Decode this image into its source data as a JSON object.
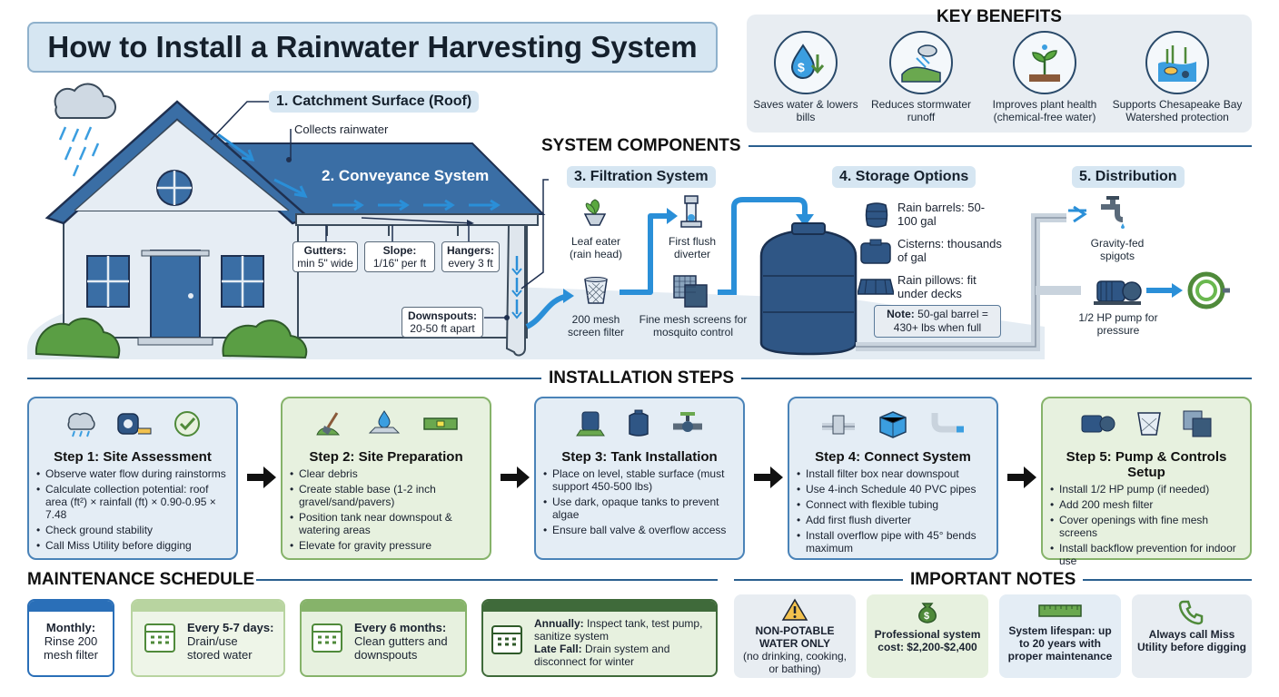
{
  "title": "How to Install a Rainwater Harvesting System",
  "key_benefits": {
    "heading": "KEY BENEFITS",
    "items": [
      {
        "icon": "water-dollar-icon",
        "text": "Saves water & lowers bills"
      },
      {
        "icon": "runoff-icon",
        "text": "Reduces stormwater runoff"
      },
      {
        "icon": "plant-icon",
        "text": "Improves plant health (chemical-free water)"
      },
      {
        "icon": "bay-wildlife-icon",
        "text": "Supports Chesapeake Bay Watershed protection"
      }
    ]
  },
  "diagram": {
    "catchment": {
      "label": "1. Catchment Surface (Roof)",
      "caption": "Collects rainwater"
    },
    "conveyance": {
      "label": "2. Conveyance System"
    },
    "gutters": {
      "name": "Gutters:",
      "value": "min 5\" wide"
    },
    "slope": {
      "name": "Slope:",
      "value": "1/16\" per ft"
    },
    "hangers": {
      "name": "Hangers:",
      "value": "every 3 ft"
    },
    "downspouts": {
      "name": "Downspouts:",
      "value": "20-50 ft apart"
    }
  },
  "system_components": {
    "heading": "SYSTEM COMPONENTS",
    "filtration": {
      "label": "3. Filtration System",
      "leaf_eater": "Leaf eater (rain head)",
      "first_flush": "First flush diverter",
      "mesh_filter": "200 mesh screen filter",
      "fine_mesh": "Fine mesh screens for mosquito control"
    },
    "storage": {
      "label": "4. Storage Options",
      "options": [
        "Rain barrels: 50-100 gal",
        "Cisterns: thousands of gal",
        "Rain pillows: fit under decks"
      ],
      "note_label": "Note:",
      "note_text": "50-gal barrel = 430+ lbs when full"
    },
    "distribution": {
      "label": "5. Distribution",
      "spigots": "Gravity-fed spigots",
      "pump": "1/2 HP pump for pressure"
    }
  },
  "installation": {
    "heading": "INSTALLATION STEPS",
    "steps": [
      {
        "title": "Step 1: Site Assessment",
        "items": [
          "Observe water flow during rainstorms",
          "Calculate collection potential: roof area (ft²) × rainfall (ft) × 0.90-0.95 × 7.48",
          "Check ground stability",
          "Call Miss Utility before digging"
        ]
      },
      {
        "title": "Step 2: Site Preparation",
        "items": [
          "Clear debris",
          "Create stable base (1-2 inch gravel/sand/pavers)",
          "Position tank near downspout & watering areas",
          "Elevate for gravity pressure"
        ]
      },
      {
        "title": "Step 3: Tank Installation",
        "items": [
          "Place on level, stable surface (must support 450-500 lbs)",
          "Use dark, opaque tanks to prevent algae",
          "Ensure ball valve & overflow access"
        ]
      },
      {
        "title": "Step 4: Connect System",
        "items": [
          "Install filter box near downspout",
          "Use 4-inch Schedule 40 PVC pipes",
          "Connect with flexible tubing",
          "Add first flush diverter",
          "Install overflow pipe with 45° bends maximum"
        ]
      },
      {
        "title": "Step 5: Pump & Controls Setup",
        "items": [
          "Install 1/2 HP pump (if needed)",
          "Add 200 mesh filter",
          "Cover openings with fine mesh screens",
          "Install backflow prevention for indoor use"
        ]
      }
    ]
  },
  "maintenance": {
    "heading": "MAINTENANCE SCHEDULE",
    "monthly": {
      "label": "Monthly:",
      "text": "Rinse 200 mesh filter"
    },
    "every57": {
      "label": "Every 5-7 days:",
      "text": "Drain/use stored water"
    },
    "every6": {
      "label": "Every 6 months:",
      "text": "Clean gutters and downspouts"
    },
    "annual": {
      "label": "Annually:",
      "text": "Inspect tank, test pump, sanitize system"
    },
    "fall": {
      "label": "Late Fall:",
      "text": "Drain system and disconnect for winter"
    }
  },
  "notes": {
    "heading": "IMPORTANT NOTES",
    "items": [
      {
        "bold": "NON-POTABLE WATER ONLY",
        "text": "(no drinking, cooking, or bathing)"
      },
      {
        "bold": "Professional system cost: $2,200-$2,400",
        "text": ""
      },
      {
        "bold": "System lifespan: up to 20 years with proper maintenance",
        "text": ""
      },
      {
        "bold": "Always call Miss Utility before digging",
        "text": ""
      }
    ]
  },
  "colors": {
    "blue_accent": "#2a8fd8",
    "navy": "#2a4a6a",
    "green": "#4f8a3a",
    "light_blue": "#d6e6f2"
  }
}
